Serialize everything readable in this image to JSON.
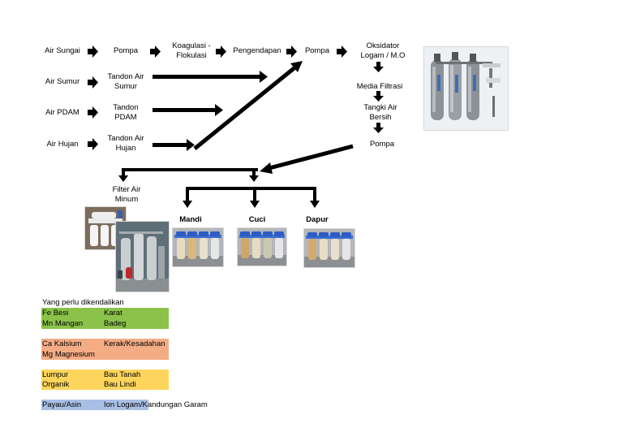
{
  "flow": {
    "air_sungai": "Air Sungai",
    "pompa_1": "Pompa",
    "koagulasi": "Koagulasi -\nFlokulasi",
    "pengendapan": "Pengendapan",
    "pompa_2": "Pompa",
    "oksidator": "Oksidator\nLogam / M.O",
    "air_sumur": "Air Sumur",
    "tandon_sumur": "Tandon Air\nSumur",
    "air_pdam": "Air PDAM",
    "tandon_pdam": "Tandon\nPDAM",
    "air_hujan": "Air Hujan",
    "tandon_hujan": "Tandon Air\nHujan",
    "media_filtrasi": "Media Filtrasi",
    "tangki_bersih": "Tangki Air\nBersih",
    "pompa_3": "Pompa",
    "filter_minum": "Filter Air\nMinum",
    "mandi": "Mandi",
    "cuci": "Cuci",
    "dapur": "Dapur"
  },
  "table": {
    "header": "Yang perlu dikendalikan",
    "rows": [
      {
        "left": "Fe Besi",
        "right": "Karat",
        "color": "#8bc34a"
      },
      {
        "left": "Mn Mangan",
        "right": "Badeg",
        "color": "#8bc34a"
      },
      {
        "left": "Ca Kalsium",
        "right": "Kerak/Kesadahan",
        "color": "#f4ac85"
      },
      {
        "left": "Mg Magnesium",
        "right": "",
        "color": "#f4ac85"
      },
      {
        "left": "Lumpur",
        "right": "Bau Tanah",
        "color": "#fdd55c"
      },
      {
        "left": "Organik",
        "right": "Bau Lindi",
        "color": "#fdd55c"
      },
      {
        "left": "Payau/Asin",
        "right": "Ion Logam/Kandungan Garam",
        "color": "#aabfe5"
      }
    ]
  }
}
